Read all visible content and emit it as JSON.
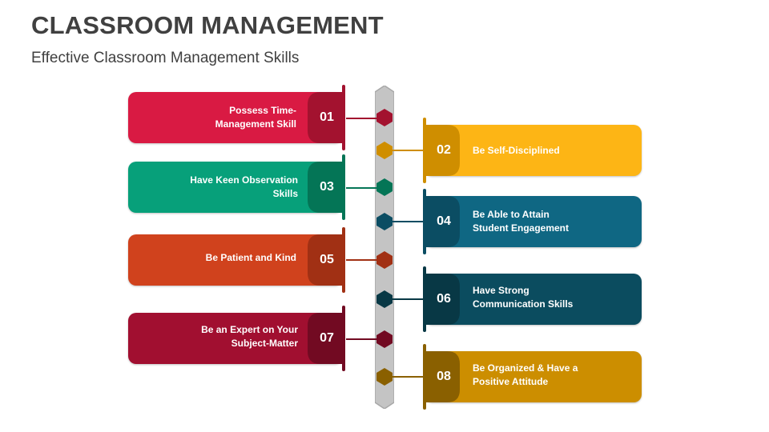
{
  "header": {
    "title": "CLASSROOM MANAGEMENT",
    "subtitle": "Effective Classroom Management Skills"
  },
  "spine": {
    "color": "#C4C4C4",
    "stroke": "#A8A8A8"
  },
  "items": [
    {
      "number": "01",
      "label_line1": "Possess Time-",
      "label_line2": "Management Skill",
      "side": "left",
      "color": "#D91A43",
      "dark": "#A3122F"
    },
    {
      "number": "02",
      "label_line1": "Be Self-Disciplined",
      "label_line2": "",
      "side": "right",
      "color": "#FDB515",
      "dark": "#CF8E00"
    },
    {
      "number": "03",
      "label_line1": "Have Keen Observation",
      "label_line2": "Skills",
      "side": "left",
      "color": "#07A07A",
      "dark": "#047556"
    },
    {
      "number": "04",
      "label_line1": "Be Able to Attain",
      "label_line2": "Student Engagement",
      "side": "right",
      "color": "#0F6783",
      "dark": "#0B4D63"
    },
    {
      "number": "05",
      "label_line1": "Be Patient and Kind",
      "label_line2": "",
      "side": "left",
      "color": "#D0421D",
      "dark": "#A13014"
    },
    {
      "number": "06",
      "label_line1": "Have Strong",
      "label_line2": "Communication Skills",
      "side": "right",
      "color": "#0B4C5F",
      "dark": "#083845"
    },
    {
      "number": "07",
      "label_line1": "Be an Expert on Your",
      "label_line2": "Subject-Matter",
      "side": "left",
      "color": "#A10F30",
      "dark": "#720A22"
    },
    {
      "number": "08",
      "label_line1": "Be Organized & Have a",
      "label_line2": "Positive Attitude",
      "side": "right",
      "color": "#CC8E00",
      "dark": "#8A6000"
    }
  ]
}
